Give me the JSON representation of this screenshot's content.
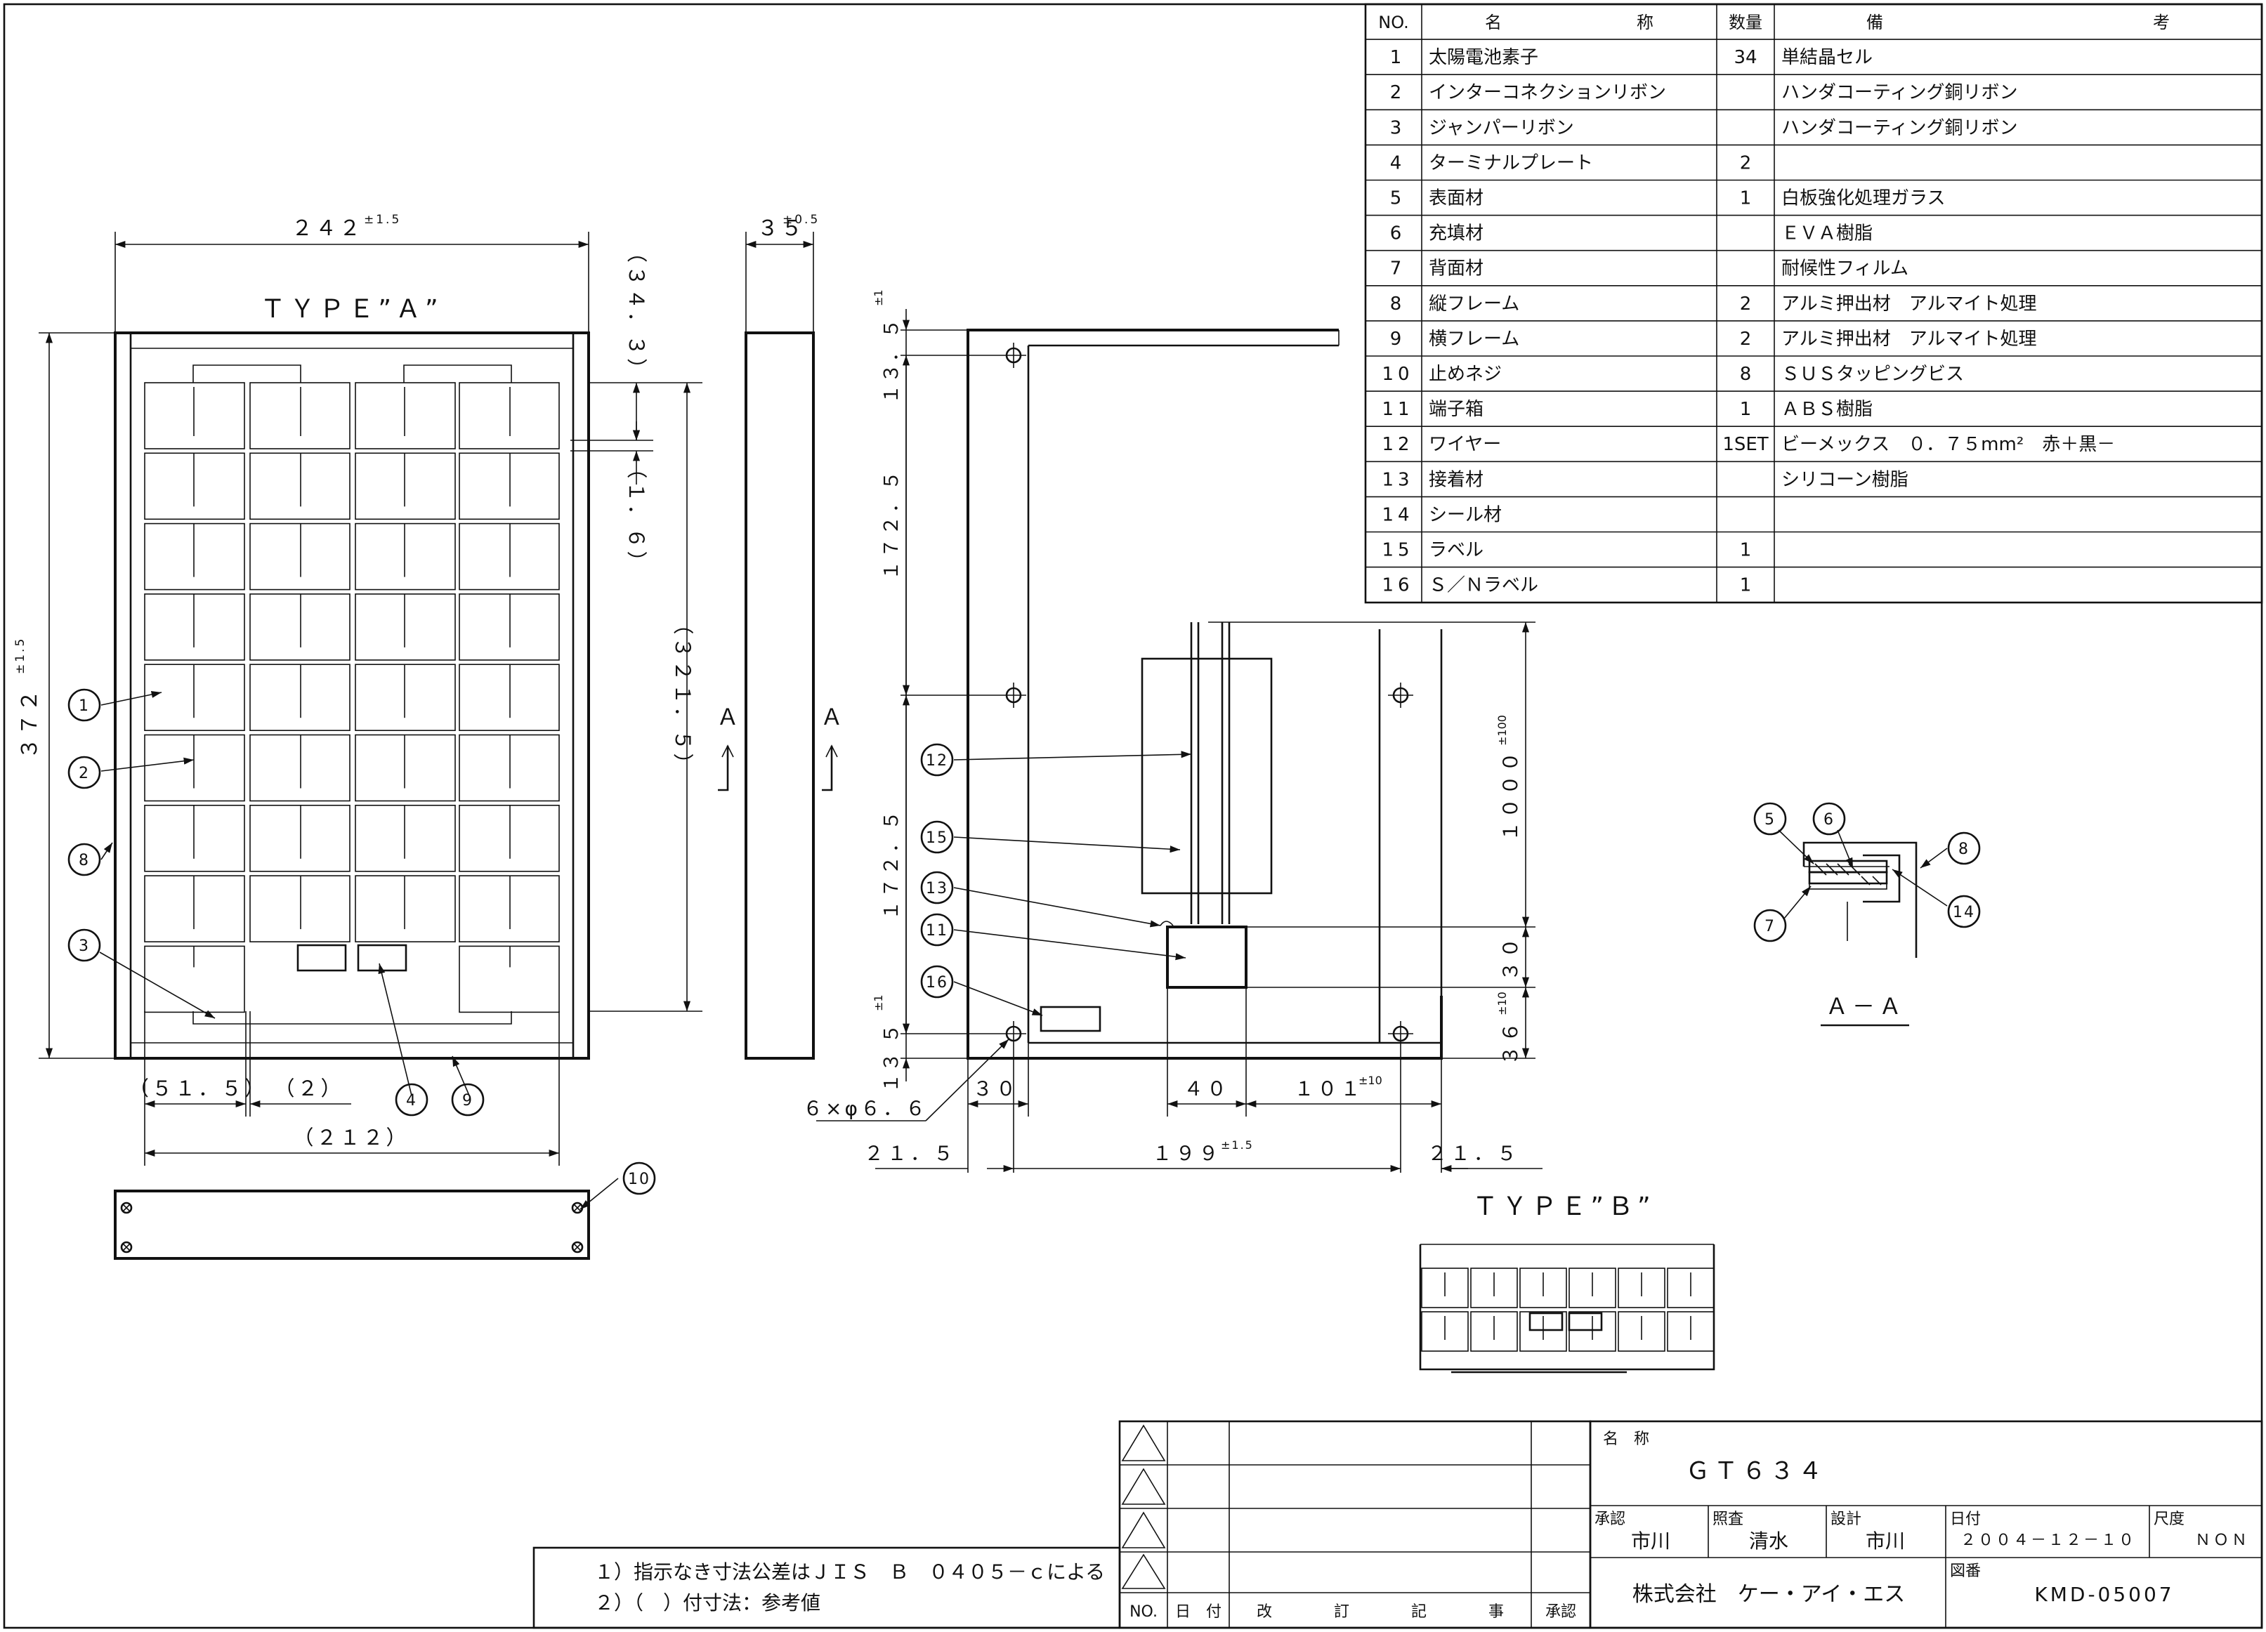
{
  "parts_table": {
    "headers": [
      "NO.",
      "名　　　　　　　　称",
      "数量",
      "備　　　　　　　　　　　　　　　　考"
    ],
    "rows": [
      {
        "no": "1",
        "name": "太陽電池素子",
        "qty": "34",
        "note": "単結晶セル"
      },
      {
        "no": "2",
        "name": "インターコネクションリボン",
        "qty": "",
        "note": "ハンダコーティング銅リボン"
      },
      {
        "no": "3",
        "name": "ジャンパーリボン",
        "qty": "",
        "note": "ハンダコーティング銅リボン"
      },
      {
        "no": "4",
        "name": "ターミナルプレート",
        "qty": "2",
        "note": ""
      },
      {
        "no": "5",
        "name": "表面材",
        "qty": "1",
        "note": "白板強化処理ガラス"
      },
      {
        "no": "6",
        "name": "充填材",
        "qty": "",
        "note": "ＥＶＡ樹脂"
      },
      {
        "no": "7",
        "name": "背面材",
        "qty": "",
        "note": "耐候性フィルム"
      },
      {
        "no": "8",
        "name": "縦フレーム",
        "qty": "2",
        "note": "アルミ押出材　アルマイト処理"
      },
      {
        "no": "9",
        "name": "横フレーム",
        "qty": "2",
        "note": "アルミ押出材　アルマイト処理"
      },
      {
        "no": "10",
        "name": "止めネジ",
        "qty": "8",
        "note": "ＳＵＳタッピングビス"
      },
      {
        "no": "11",
        "name": "端子箱",
        "qty": "1",
        "note": "ＡＢＳ樹脂"
      },
      {
        "no": "12",
        "name": "ワイヤー",
        "qty": "1SET",
        "note": "ビーメックス　０．７５mm²　赤＋黒－"
      },
      {
        "no": "13",
        "name": "接着材",
        "qty": "",
        "note": "シリコーン樹脂"
      },
      {
        "no": "14",
        "name": "シール材",
        "qty": "",
        "note": ""
      },
      {
        "no": "15",
        "name": "ラベル",
        "qty": "1",
        "note": ""
      },
      {
        "no": "16",
        "name": "Ｓ／Ｎラベル",
        "qty": "1",
        "note": ""
      }
    ]
  },
  "view_a": {
    "title": "ＴＹＰＥ”Ａ”",
    "dims": {
      "width": "２４２",
      "width_tol": "±1.5",
      "height": "３７２",
      "height_tol": "±1.5",
      "top_offset": "（３４．３）",
      "gap": "（１．６）",
      "inner_height": "（３２１．５）",
      "left_cells": "（５１．５）",
      "cell_gap": "（２）",
      "inner_width": "（２１２）"
    }
  },
  "side_view": {
    "depth": "３５",
    "depth_tol": "±0.5",
    "section_mark": "Ａ"
  },
  "back_view": {
    "dims": {
      "top_margin": "５",
      "top_margin_tol": "±1",
      "top_hole": "１３．",
      "upper_span": "１７２．５",
      "lower_span": "１７２．５",
      "bottom_margin": "５",
      "bottom_margin_tol": "±1",
      "bottom_hole": "１３",
      "wire_length": "１０００",
      "wire_tol": "±100",
      "box_height": "３０",
      "box_offset": "３６",
      "box_offset_tol": "±10",
      "left_hole": "３０",
      "box_width": "４０",
      "right_offset": "１０１",
      "right_offset_tol": "±10",
      "hole_spec": "６×φ６．６",
      "edge_left": "２１．５",
      "hole_pitch": "１９９",
      "hole_pitch_tol": "±1.5",
      "edge_right": "２１．５"
    }
  },
  "type_b": {
    "title": "ＴＹＰＥ”Ｂ”"
  },
  "section_aa": {
    "title": "Ａ－Ａ"
  },
  "notes": [
    "１）指示なき寸法公差はＪＩＳ　Ｂ　０４０５－ｃによる",
    "２）（　）付寸法：参考値"
  ],
  "revision_block": {
    "headers": [
      "NO.",
      "日　付",
      "改　　　　訂　　　　記　　　　事",
      "承認"
    ]
  },
  "title_block": {
    "name_label": "名　称",
    "name": "ＧＴ６３４",
    "approve_label": "承認",
    "approve": "市川",
    "check_label": "照査",
    "check": "清水",
    "design_label": "設計",
    "design": "市川",
    "date_label": "日付",
    "date": "２００４－１２－１０",
    "scale_label": "尺度",
    "scale": "ＮＯＮ",
    "company": "株式会社　ケー・アイ・エス",
    "drawing_no_label": "図番",
    "drawing_no": "KMD-05007"
  },
  "balloons": [
    "1",
    "2",
    "3",
    "4",
    "5",
    "6",
    "7",
    "8",
    "8",
    "9",
    "10",
    "11",
    "12",
    "13",
    "14",
    "15",
    "16"
  ]
}
